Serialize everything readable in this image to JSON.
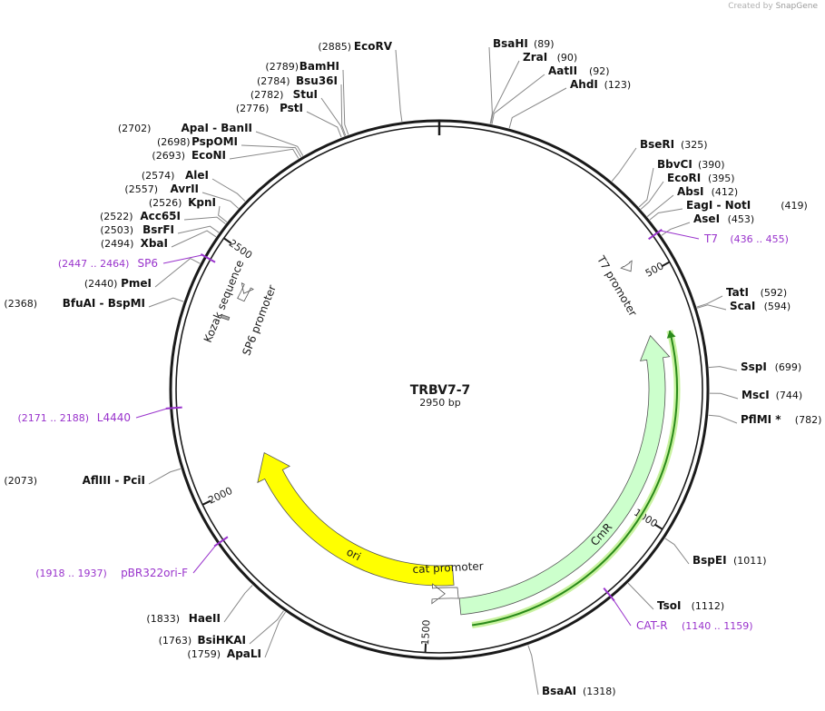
{
  "credit": {
    "prefix": "Created by",
    "brand": "SnapGene"
  },
  "plasmid": {
    "name": "TRBV7-7",
    "length_label": "2950 bp",
    "length": 2950
  },
  "ticks": [
    {
      "label": "500",
      "pos": 500
    },
    {
      "label": "1000",
      "pos": 1000
    },
    {
      "label": "1500",
      "pos": 1500
    },
    {
      "label": "2000",
      "pos": 2000
    },
    {
      "label": "2500",
      "pos": 2500
    }
  ],
  "sites": [
    {
      "name": "EcoRV",
      "pos": 2885,
      "pos_label": "(2885)",
      "side": "left"
    },
    {
      "name": "BamHI",
      "pos": 2789,
      "pos_label": "(2789)",
      "side": "left"
    },
    {
      "name": "Bsu36I",
      "pos": 2784,
      "pos_label": "(2784)",
      "side": "left"
    },
    {
      "name": "StuI",
      "pos": 2782,
      "pos_label": "(2782)",
      "side": "left"
    },
    {
      "name": "PstI",
      "pos": 2776,
      "pos_label": "(2776)",
      "side": "left"
    },
    {
      "name": "ApaI  -  BanII",
      "pos": 2702,
      "pos_label": "(2702)",
      "side": "left"
    },
    {
      "name": "PspOMI",
      "pos": 2698,
      "pos_label": "(2698)",
      "side": "left"
    },
    {
      "name": "EcoNI",
      "pos": 2693,
      "pos_label": "(2693)",
      "side": "left"
    },
    {
      "name": "AleI",
      "pos": 2574,
      "pos_label": "(2574)",
      "side": "left"
    },
    {
      "name": "AvrII",
      "pos": 2557,
      "pos_label": "(2557)",
      "side": "left"
    },
    {
      "name": "KpnI",
      "pos": 2526,
      "pos_label": "(2526)",
      "side": "left"
    },
    {
      "name": "Acc65I",
      "pos": 2522,
      "pos_label": "(2522)",
      "side": "left"
    },
    {
      "name": "BsrFI",
      "pos": 2503,
      "pos_label": "(2503)",
      "side": "left"
    },
    {
      "name": "XbaI",
      "pos": 2494,
      "pos_label": "(2494)",
      "side": "left"
    },
    {
      "name": "PmeI",
      "pos": 2440,
      "pos_label": "(2440)",
      "side": "left"
    },
    {
      "name": "BfuAI  -  BspMI",
      "pos": 2368,
      "pos_label": "(2368)",
      "side": "left"
    },
    {
      "name": "AflIII  -  PciI",
      "pos": 2073,
      "pos_label": "(2073)",
      "side": "left"
    },
    {
      "name": "HaeII",
      "pos": 1833,
      "pos_label": "(1833)",
      "side": "left"
    },
    {
      "name": "BsiHKAI",
      "pos": 1763,
      "pos_label": "(1763)",
      "side": "left"
    },
    {
      "name": "ApaLI",
      "pos": 1759,
      "pos_label": "(1759)",
      "side": "left"
    },
    {
      "name": "BsaHI",
      "pos": 89,
      "pos_label": "(89)",
      "side": "right"
    },
    {
      "name": "ZraI",
      "pos": 90,
      "pos_label": "(90)",
      "side": "right"
    },
    {
      "name": "AatII",
      "pos": 92,
      "pos_label": "(92)",
      "side": "right"
    },
    {
      "name": "AhdI",
      "pos": 123,
      "pos_label": "(123)",
      "side": "right"
    },
    {
      "name": "BseRI",
      "pos": 325,
      "pos_label": "(325)",
      "side": "right"
    },
    {
      "name": "BbvCI",
      "pos": 390,
      "pos_label": "(390)",
      "side": "right"
    },
    {
      "name": "EcoRI",
      "pos": 395,
      "pos_label": "(395)",
      "side": "right"
    },
    {
      "name": "AbsI",
      "pos": 412,
      "pos_label": "(412)",
      "side": "right"
    },
    {
      "name": "EagI  -  NotI",
      "pos": 419,
      "pos_label": "(419)",
      "side": "right"
    },
    {
      "name": "AseI",
      "pos": 453,
      "pos_label": "(453)",
      "side": "right"
    },
    {
      "name": "TatI",
      "pos": 592,
      "pos_label": "(592)",
      "side": "right"
    },
    {
      "name": "ScaI",
      "pos": 594,
      "pos_label": "(594)",
      "side": "right"
    },
    {
      "name": "SspI",
      "pos": 699,
      "pos_label": "(699)",
      "side": "right"
    },
    {
      "name": "MscI",
      "pos": 744,
      "pos_label": "(744)",
      "side": "right"
    },
    {
      "name": "PflMI *",
      "pos": 782,
      "pos_label": "(782)",
      "side": "right"
    },
    {
      "name": "BspEI",
      "pos": 1011,
      "pos_label": "(1011)",
      "side": "right"
    },
    {
      "name": "TsoI",
      "pos": 1112,
      "pos_label": "(1112)",
      "side": "right"
    },
    {
      "name": "BsaAI",
      "pos": 1318,
      "pos_label": "(1318)",
      "side": "right"
    }
  ],
  "primers": [
    {
      "name": "T7",
      "range": "(436 .. 455)",
      "pos": 445,
      "side": "right"
    },
    {
      "name": "CAT-R",
      "range": "(1140 .. 1159)",
      "pos": 1150,
      "side": "right"
    },
    {
      "name": "pBR322ori-F",
      "range": "(1918 .. 1937)",
      "pos": 1927,
      "side": "left"
    },
    {
      "name": "L4440",
      "range": "(2171 .. 2188)",
      "pos": 2180,
      "side": "left"
    },
    {
      "name": "SP6",
      "range": "(2447 .. 2464)",
      "pos": 2455,
      "side": "left"
    }
  ],
  "features": [
    {
      "name": "CmR",
      "start": 1430,
      "end": 620,
      "color": "#ccffcc"
    },
    {
      "name": "ori",
      "start": 1440,
      "end": 2050,
      "color": "#ffff00"
    },
    {
      "name": "cat promoter",
      "start": 1432,
      "end": 1462,
      "color": "#ffffff"
    },
    {
      "name": "T7 promoter",
      "start": 462,
      "end": 478,
      "color": "#ffffff"
    },
    {
      "name": "SP6 promoter",
      "start": 2412,
      "end": 2427,
      "color": "#ffffff"
    },
    {
      "name": "Kozak sequence",
      "start": 2362,
      "end": 2368,
      "color": "#a9a9a9"
    }
  ],
  "orf": {
    "start": 1410,
    "end": 620,
    "color": "#2a8a1a"
  },
  "colors": {
    "backbone": "#1a1a1a",
    "primer": "#9933cc",
    "site_line": "#888888"
  }
}
